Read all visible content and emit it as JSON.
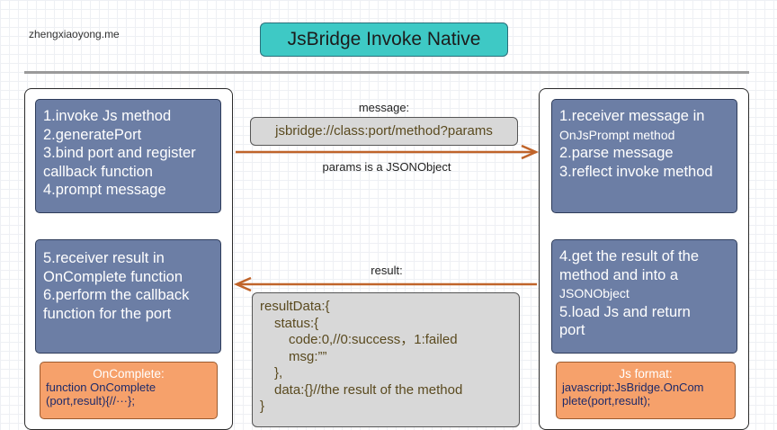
{
  "site": "zhengxiaoyong.me",
  "title": "JsBridge Invoke Native",
  "left_top_card": [
    "1.invoke Js method",
    "2.generatePort",
    "3.bind port and register",
    "callback function",
    "4.prompt message"
  ],
  "left_mid_card": [
    "5.receiver result in",
    "OnComplete function",
    "6.perform the callback",
    "function for the port"
  ],
  "left_bottom": {
    "head": "OnComplete:",
    "lines": [
      "function OnComplete",
      "(port,result){//···};"
    ]
  },
  "right_top_card": [
    "1.receiver message in",
    "OnJsPrompt method",
    "2.parse message",
    "3.reflect invoke method"
  ],
  "right_mid_card": [
    "4.get the result of the",
    "method and into a",
    "JSONObject",
    "5.load Js and return",
    "port"
  ],
  "right_bottom": {
    "head": "Js format:",
    "lines": [
      "javascript:JsBridge.OnCom",
      "plete(port,result);"
    ]
  },
  "message_label": "message:",
  "message_value": "jsbridge://class:port/method?params",
  "params_note": "params is a JSONObject",
  "result_label": "result:",
  "code_lines": [
    "resultData:{",
    "status:{",
    "code:0,//0:success，1:failed",
    "msg:””",
    "},",
    "data:{}//the result of the method",
    "}"
  ],
  "colors": {
    "card_bg": "#6c7ea5",
    "orange_bg": "#f6a16b",
    "title_bg": "#3ec9c5",
    "arrow": "#c0642a"
  }
}
